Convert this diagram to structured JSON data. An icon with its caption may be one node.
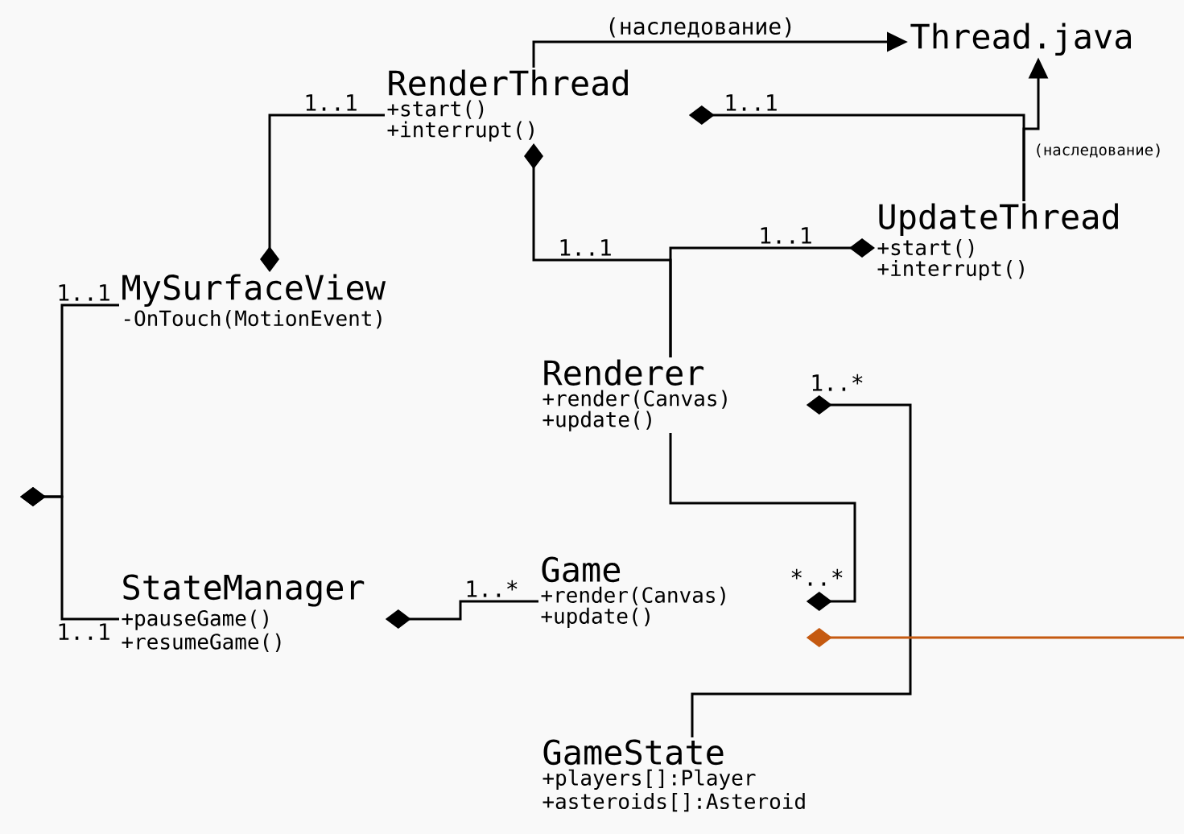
{
  "diagram": {
    "nodes": [
      {
        "text": [
          "Thread.java"
        ]
      },
      {
        "text": [
          "RenderThread",
          "+start()",
          "+interrupt()"
        ]
      },
      {
        "text": [
          "UpdateThread",
          "+start()",
          "+interrupt()"
        ]
      },
      {
        "text": [
          "MySurfaceView",
          "-OnTouch(MotionEvent)"
        ]
      },
      {
        "text": [
          "Renderer",
          "+render(Canvas)",
          "+update()"
        ]
      },
      {
        "text": [
          "StateManager",
          "+pauseGame()",
          "+resumeGame()"
        ]
      },
      {
        "text": [
          "Game",
          "+render(Canvas)",
          "+update()"
        ]
      },
      {
        "text": [
          "GameState",
          "+players[]:Player",
          "+asteroids[]:Asteroid"
        ]
      }
    ],
    "edges": [
      {
        "from": 1,
        "to": 0,
        "arrow": "to",
        "label": "(наследование)"
      },
      {
        "from": 2,
        "to": 0,
        "arrow": "to",
        "label": "(наследование)"
      },
      {
        "from": 1,
        "to": 2,
        "arrow": "other",
        "label": "1..1"
      },
      {
        "from": 3,
        "to": 1,
        "arrow": "other",
        "label": "1..1"
      },
      {
        "from": 1,
        "to": 4,
        "arrow": "other",
        "label": "1..1"
      },
      {
        "from": 2,
        "to": 4,
        "arrow": "other",
        "label": "1..1"
      },
      {
        "from": null,
        "to": 3,
        "arrow": "other",
        "label": "1..1"
      },
      {
        "from": null,
        "to": 5,
        "arrow": "other",
        "label": "1..1"
      },
      {
        "from": 5,
        "to": 6,
        "arrow": "other",
        "label": "1..*"
      },
      {
        "from": 6,
        "to": 4,
        "arrow": "other",
        "label": "*..*"
      },
      {
        "from": 4,
        "to": 7,
        "arrow": "other",
        "label": "1..*"
      },
      {
        "from": 6,
        "to": null,
        "arrow": "other",
        "color": "#c55a11"
      }
    ]
  }
}
